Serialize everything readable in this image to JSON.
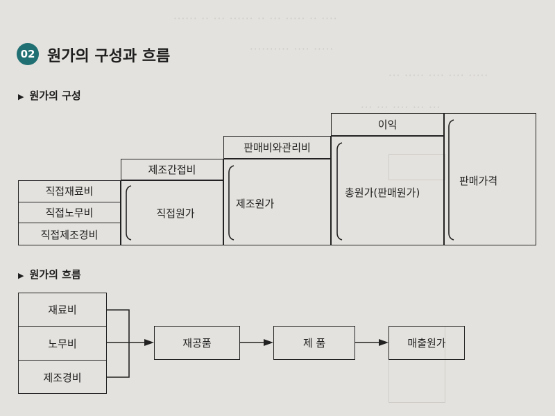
{
  "page": {
    "section_number": "02",
    "section_title": "원가의 구성과 흐름"
  },
  "composition": {
    "heading": "원가의 구성",
    "direct_material": "직접재료비",
    "direct_labor": "직접노무비",
    "direct_expense": "직접제조경비",
    "prime_cost": "직접원가",
    "indirect_cost": "제조간접비",
    "manufacturing_cost": "제조원가",
    "selling_admin": "판매비와관리비",
    "total_cost": "총원가(판매원가)",
    "profit": "이익",
    "selling_price": "판매가격"
  },
  "flow": {
    "heading": "원가의 흐름",
    "material": "재료비",
    "labor": "노무비",
    "overhead": "제조경비",
    "wip": "재공품",
    "finished_goods": "제 품",
    "cogs": "매출원가"
  }
}
